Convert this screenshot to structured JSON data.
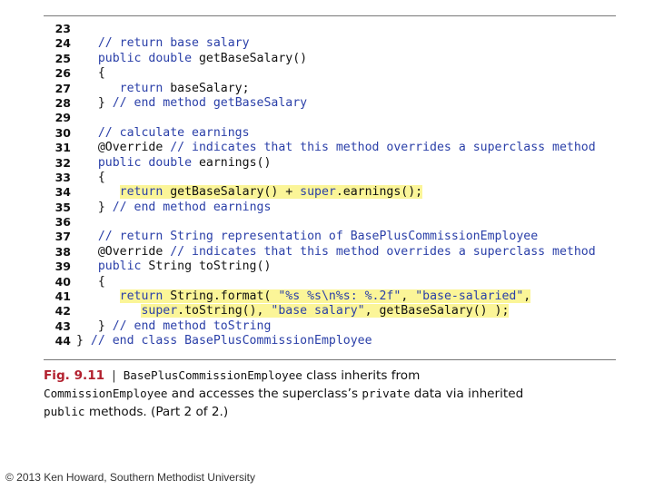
{
  "code": {
    "lines": [
      {
        "num": "23",
        "indent": "",
        "highlight": false,
        "tokens": []
      },
      {
        "num": "24",
        "indent": "   ",
        "highlight": false,
        "tokens": [
          {
            "t": "comment",
            "text": "// return base salary"
          }
        ]
      },
      {
        "num": "25",
        "indent": "   ",
        "highlight": false,
        "tokens": [
          {
            "t": "keyword",
            "text": "public double"
          },
          {
            "t": "plain",
            "text": " getBaseSalary()"
          }
        ]
      },
      {
        "num": "26",
        "indent": "   ",
        "highlight": false,
        "tokens": [
          {
            "t": "plain",
            "text": "{"
          }
        ]
      },
      {
        "num": "27",
        "indent": "      ",
        "highlight": false,
        "tokens": [
          {
            "t": "keyword",
            "text": "return"
          },
          {
            "t": "plain",
            "text": " baseSalary;"
          }
        ]
      },
      {
        "num": "28",
        "indent": "   ",
        "highlight": false,
        "tokens": [
          {
            "t": "plain",
            "text": "} "
          },
          {
            "t": "comment",
            "text": "// end method getBaseSalary"
          }
        ]
      },
      {
        "num": "29",
        "indent": "",
        "highlight": false,
        "tokens": []
      },
      {
        "num": "30",
        "indent": "   ",
        "highlight": false,
        "tokens": [
          {
            "t": "comment",
            "text": "// calculate earnings"
          }
        ]
      },
      {
        "num": "31",
        "indent": "   ",
        "highlight": false,
        "tokens": [
          {
            "t": "plain",
            "text": "@Override "
          },
          {
            "t": "comment",
            "text": "// indicates that this method overrides a superclass method"
          }
        ]
      },
      {
        "num": "32",
        "indent": "   ",
        "highlight": false,
        "tokens": [
          {
            "t": "keyword",
            "text": "public double"
          },
          {
            "t": "plain",
            "text": " earnings()"
          }
        ]
      },
      {
        "num": "33",
        "indent": "   ",
        "highlight": false,
        "tokens": [
          {
            "t": "plain",
            "text": "{"
          }
        ]
      },
      {
        "num": "34",
        "indent": "      ",
        "highlight": true,
        "tokens": [
          {
            "t": "keyword",
            "text": "return"
          },
          {
            "t": "plain",
            "text": " getBaseSalary() + "
          },
          {
            "t": "keyword",
            "text": "super"
          },
          {
            "t": "plain",
            "text": ".earnings();"
          }
        ]
      },
      {
        "num": "35",
        "indent": "   ",
        "highlight": false,
        "tokens": [
          {
            "t": "plain",
            "text": "} "
          },
          {
            "t": "comment",
            "text": "// end method earnings"
          }
        ]
      },
      {
        "num": "36",
        "indent": "",
        "highlight": false,
        "tokens": []
      },
      {
        "num": "37",
        "indent": "   ",
        "highlight": false,
        "tokens": [
          {
            "t": "comment",
            "text": "// return String representation of BasePlusCommissionEmployee"
          }
        ]
      },
      {
        "num": "38",
        "indent": "   ",
        "highlight": false,
        "tokens": [
          {
            "t": "plain",
            "text": "@Override "
          },
          {
            "t": "comment",
            "text": "// indicates that this method overrides a superclass method"
          }
        ]
      },
      {
        "num": "39",
        "indent": "   ",
        "highlight": false,
        "tokens": [
          {
            "t": "keyword",
            "text": "public"
          },
          {
            "t": "plain",
            "text": " String toString()"
          }
        ]
      },
      {
        "num": "40",
        "indent": "   ",
        "highlight": false,
        "tokens": [
          {
            "t": "plain",
            "text": "{"
          }
        ]
      },
      {
        "num": "41",
        "indent": "      ",
        "highlight": true,
        "tokens": [
          {
            "t": "keyword",
            "text": "return"
          },
          {
            "t": "plain",
            "text": " String.format( "
          },
          {
            "t": "string",
            "text": "\"%s %s\\n%s: %.2f\""
          },
          {
            "t": "plain",
            "text": ", "
          },
          {
            "t": "string",
            "text": "\"base-salaried\""
          },
          {
            "t": "plain",
            "text": ","
          }
        ]
      },
      {
        "num": "42",
        "indent": "         ",
        "highlight": true,
        "tokens": [
          {
            "t": "keyword",
            "text": "super"
          },
          {
            "t": "plain",
            "text": ".toString(), "
          },
          {
            "t": "string",
            "text": "\"base salary\""
          },
          {
            "t": "plain",
            "text": ", getBaseSalary() );"
          }
        ]
      },
      {
        "num": "43",
        "indent": "   ",
        "highlight": false,
        "tokens": [
          {
            "t": "plain",
            "text": "} "
          },
          {
            "t": "comment",
            "text": "// end method toString"
          }
        ]
      },
      {
        "num": "44",
        "indent": "",
        "highlight": false,
        "tokens": [
          {
            "t": "plain",
            "text": "} "
          },
          {
            "t": "comment",
            "text": "// end class BasePlusCommissionEmployee"
          }
        ]
      }
    ]
  },
  "caption": {
    "label": "Fig. 9.11",
    "separator": "|",
    "code1": "BasePlusCommissionEmployee",
    "text1": " class inherits from ",
    "code2": "CommissionEmployee",
    "text2": " and accesses the superclass’s ",
    "code3": "private",
    "text3": " data via inherited ",
    "code4": "public",
    "text4": " methods. (Part 2 of 2.)"
  },
  "footer": {
    "copyright": "© 2013 Ken Howard, Southern Methodist University"
  }
}
